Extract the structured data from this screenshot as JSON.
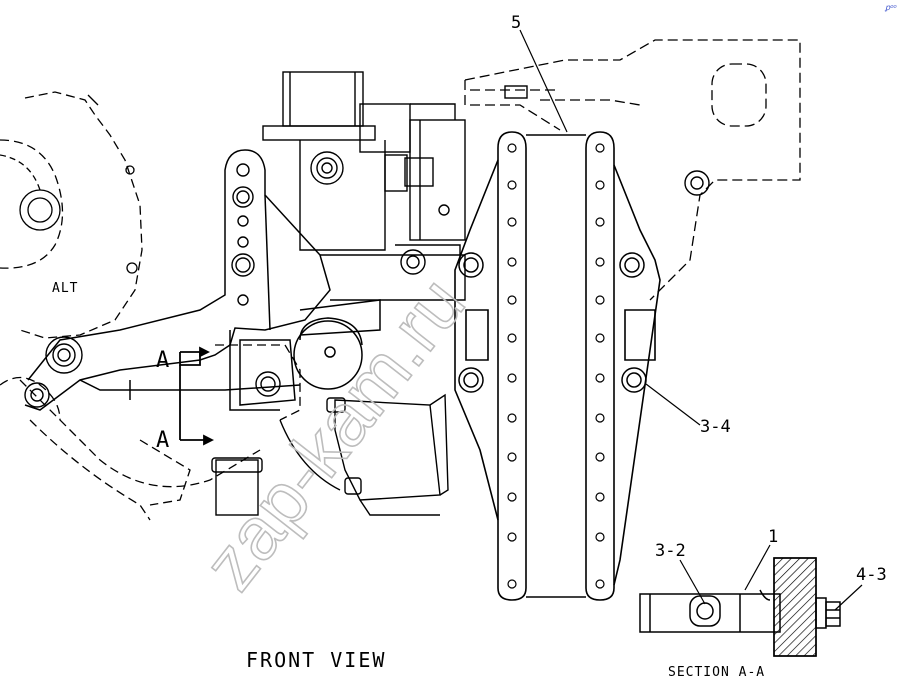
{
  "labels": {
    "callout_5": "5",
    "callout_3_4": "3-4",
    "callout_3_2": "3-2",
    "callout_1": "1",
    "callout_4_3": "4-3",
    "alt": "ALT",
    "section_a_upper": "A",
    "section_a_lower": "A",
    "front_view": "FRONT VIEW",
    "section_aa": "SECTION A-A",
    "corner_mark": "ꝑᵒᵒ"
  },
  "watermark": {
    "text": "zap-kam.ru",
    "color": "#bdbdbd"
  },
  "colors": {
    "line": "#000000",
    "background": "#ffffff"
  }
}
